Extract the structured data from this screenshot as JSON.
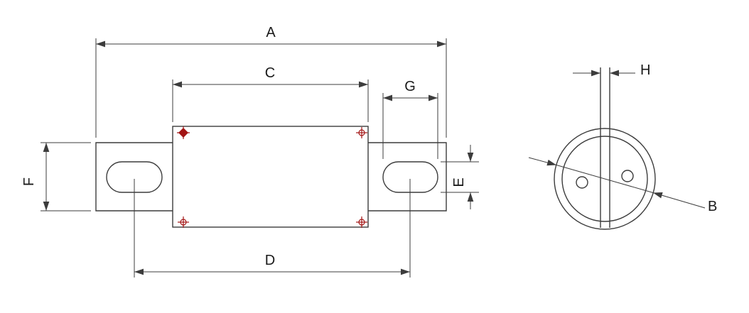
{
  "diagram": {
    "colors": {
      "line_color": "#3c3c3c",
      "corner_marker_color": "#a31515",
      "background": "#ffffff"
    },
    "labels": {
      "A": "A",
      "B": "B",
      "C": "C",
      "D": "D",
      "E": "E",
      "F": "F",
      "G": "G",
      "H": "H"
    }
  }
}
